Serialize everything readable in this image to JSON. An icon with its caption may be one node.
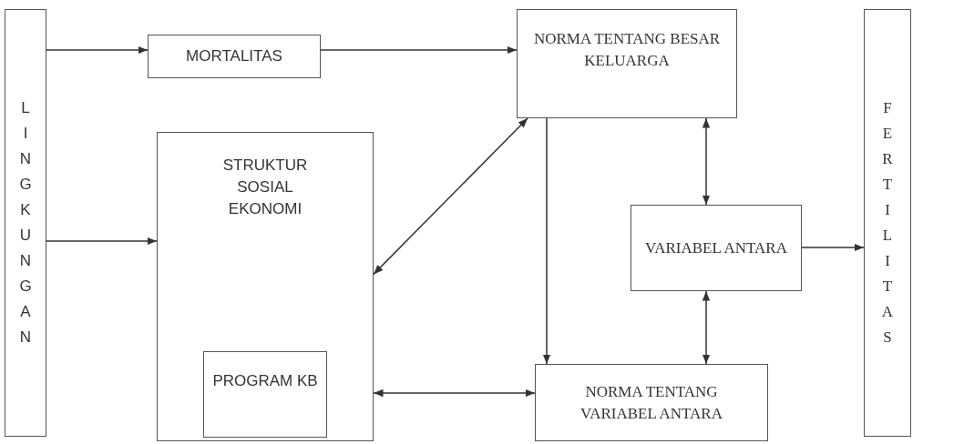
{
  "diagram": {
    "nodes": [
      {
        "text": [
          "LINGKUNGAN"
        ]
      },
      {
        "text": [
          "MORTALITAS"
        ]
      },
      {
        "text": [
          "NORMA TENTANG BESAR KELUARGA"
        ]
      },
      {
        "text": [
          "STRUKTUR SOSIAL EKONOMI"
        ]
      },
      {
        "text": [
          "PROGRAM KB"
        ],
        "in": 3
      },
      {
        "text": [
          "VARIABEL ANTARA"
        ]
      },
      {
        "text": [
          "NORMA TENTANG VARIABEL ANTARA"
        ]
      },
      {
        "text": [
          "FERTILITAS"
        ]
      }
    ],
    "edges": [
      {
        "from": 0,
        "to": 1,
        "arrow": "to"
      },
      {
        "from": 1,
        "to": 2,
        "arrow": "to"
      },
      {
        "from": 0,
        "to": 3,
        "arrow": "to"
      },
      {
        "from": 3,
        "to": 2,
        "arrow": "both"
      },
      {
        "from": 2,
        "to": 6,
        "arrow": "to"
      },
      {
        "from": 2,
        "to": 5,
        "arrow": "both"
      },
      {
        "from": 5,
        "to": 6,
        "arrow": "both"
      },
      {
        "from": 3,
        "to": 6,
        "arrow": "both"
      },
      {
        "from": 5,
        "to": 7,
        "arrow": "to"
      }
    ]
  }
}
